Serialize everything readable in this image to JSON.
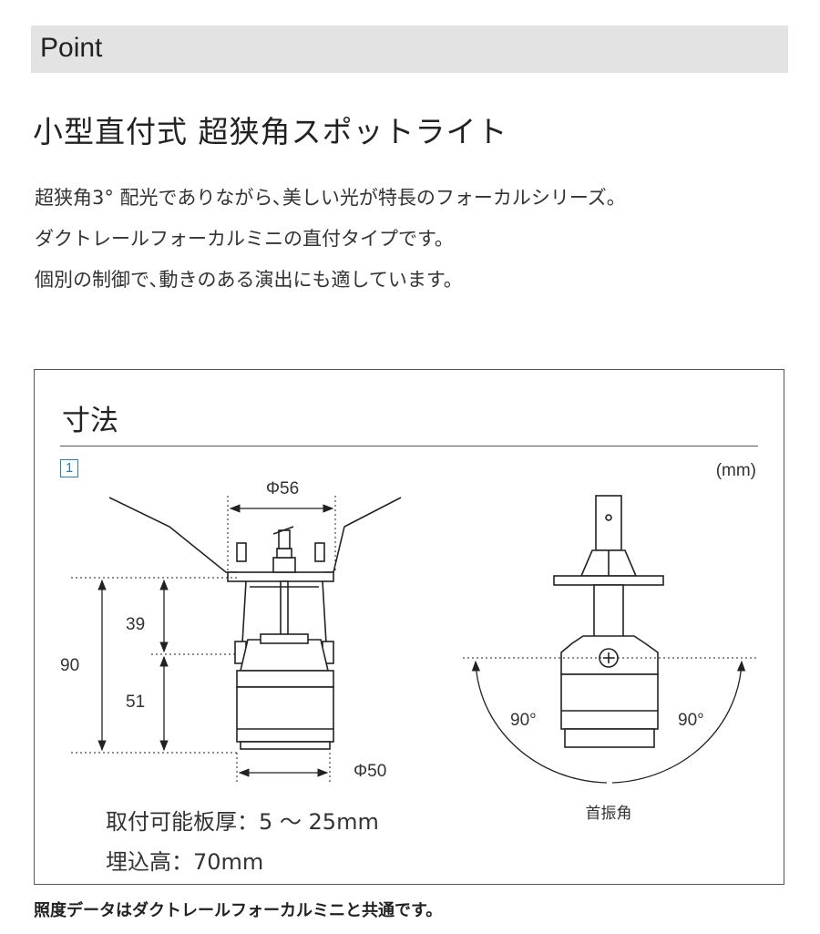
{
  "header": {
    "section_label": "Point"
  },
  "product": {
    "title": "小型直付式 超狭角スポットライト",
    "description": [
      "超狭角3° 配光でありながら､美しい光が特長のフォーカルシリーズ。",
      "ダクトレールフォーカルミニの直付タイプです。",
      "個別の制御で､動きのある演出にも適しています。"
    ]
  },
  "dimensions": {
    "title": "寸法",
    "figure_number": "1",
    "unit": "(mm)",
    "labels": {
      "top_diameter": "Φ56",
      "bottom_diameter": "Φ50",
      "total_height": "90",
      "upper_height": "39",
      "lower_height": "51",
      "left_angle": "90°",
      "right_angle": "90°",
      "swivel": "首振角"
    },
    "specs": {
      "plate_thickness": "取付可能板厚：5 ～ 25mm",
      "embed_height": "埋込高：70mm"
    }
  },
  "footnote": "照度データはダクトレールフォーカルミニと共通です。",
  "colors": {
    "header_bg": "#e3e3e3",
    "figure_blue": "#2b7bb9",
    "line": "#333333"
  }
}
